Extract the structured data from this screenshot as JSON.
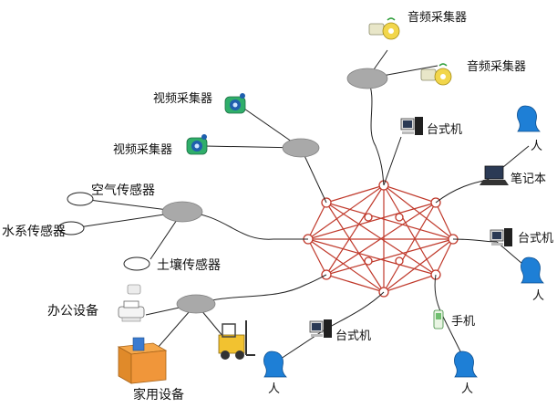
{
  "labels": {
    "audio_collector_1": "音频采集器",
    "audio_collector_2": "音频采集器",
    "video_collector_1": "视频采集器",
    "video_collector_2": "视频采集器",
    "air_sensor": "空气传感器",
    "water_sensor": "水系传感器",
    "soil_sensor": "土壤传感器",
    "office_equipment": "办公设备",
    "home_equipment": "家用设备",
    "desktop_top": "台式机",
    "desktop_right": "台式机",
    "desktop_bottom": "台式机",
    "laptop": "笔记本",
    "phone": "手机",
    "person": "人"
  },
  "colors": {
    "mesh_line": "#c0392b",
    "hub_gray": "#a9a9a9",
    "link_line": "#222222",
    "person_blue": "#1e7fd6"
  },
  "icons": [
    "audio-collector-icon",
    "video-camera-icon",
    "desktop-computer-icon",
    "laptop-icon",
    "phone-icon",
    "person-icon",
    "printer-icon",
    "forklift-icon",
    "box-icon"
  ]
}
